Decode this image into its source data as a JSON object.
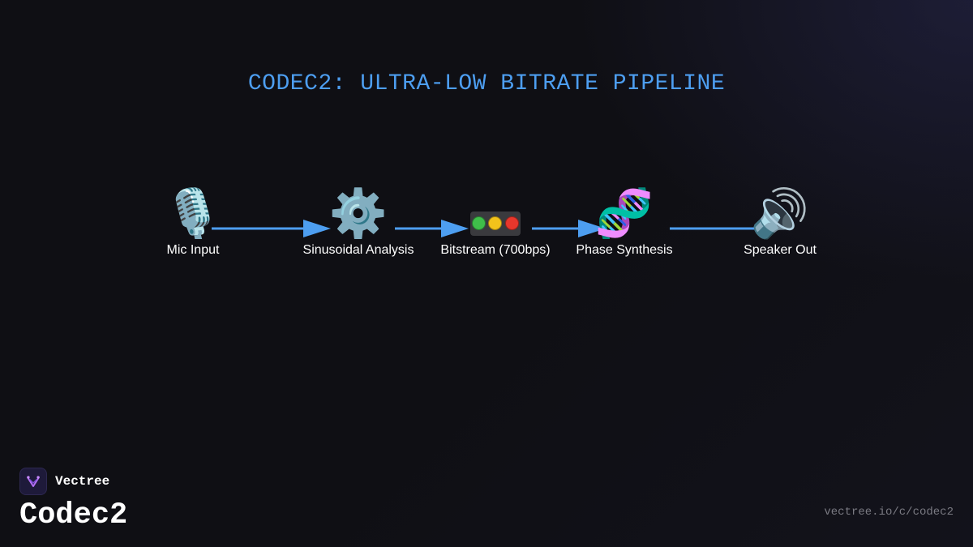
{
  "title": "CODEC2: ULTRA-LOW BITRATE PIPELINE",
  "colors": {
    "accent": "#4d9ef0",
    "background": "#0f0f14",
    "label": "#ffffff",
    "url": "#7a7a82"
  },
  "pipeline": {
    "nodes": [
      {
        "id": "mic",
        "icon": "microphone-icon",
        "glyph": "🎙️",
        "label": "Mic Input"
      },
      {
        "id": "analysis",
        "icon": "gear-icon",
        "glyph": "⚙️",
        "label": "Sinusoidal Analysis"
      },
      {
        "id": "bitstream",
        "icon": "traffic-light-icon",
        "glyph": "",
        "label": "Bitstream (700bps)"
      },
      {
        "id": "synthesis",
        "icon": "dna-icon",
        "glyph": "🧬",
        "label": "Phase Synthesis"
      },
      {
        "id": "speaker",
        "icon": "speaker-icon",
        "glyph": "🔊",
        "label": "Speaker Out"
      }
    ],
    "edges": [
      {
        "from": "mic",
        "to": "analysis"
      },
      {
        "from": "analysis",
        "to": "bitstream"
      },
      {
        "from": "bitstream",
        "to": "synthesis"
      },
      {
        "from": "synthesis",
        "to": "speaker"
      }
    ]
  },
  "traffic_light_colors": [
    "#3fbf4a",
    "#f2c21b",
    "#e8372c"
  ],
  "footer": {
    "brand": "Vectree",
    "product": "Codec2",
    "url": "vectree.io/c/codec2"
  }
}
